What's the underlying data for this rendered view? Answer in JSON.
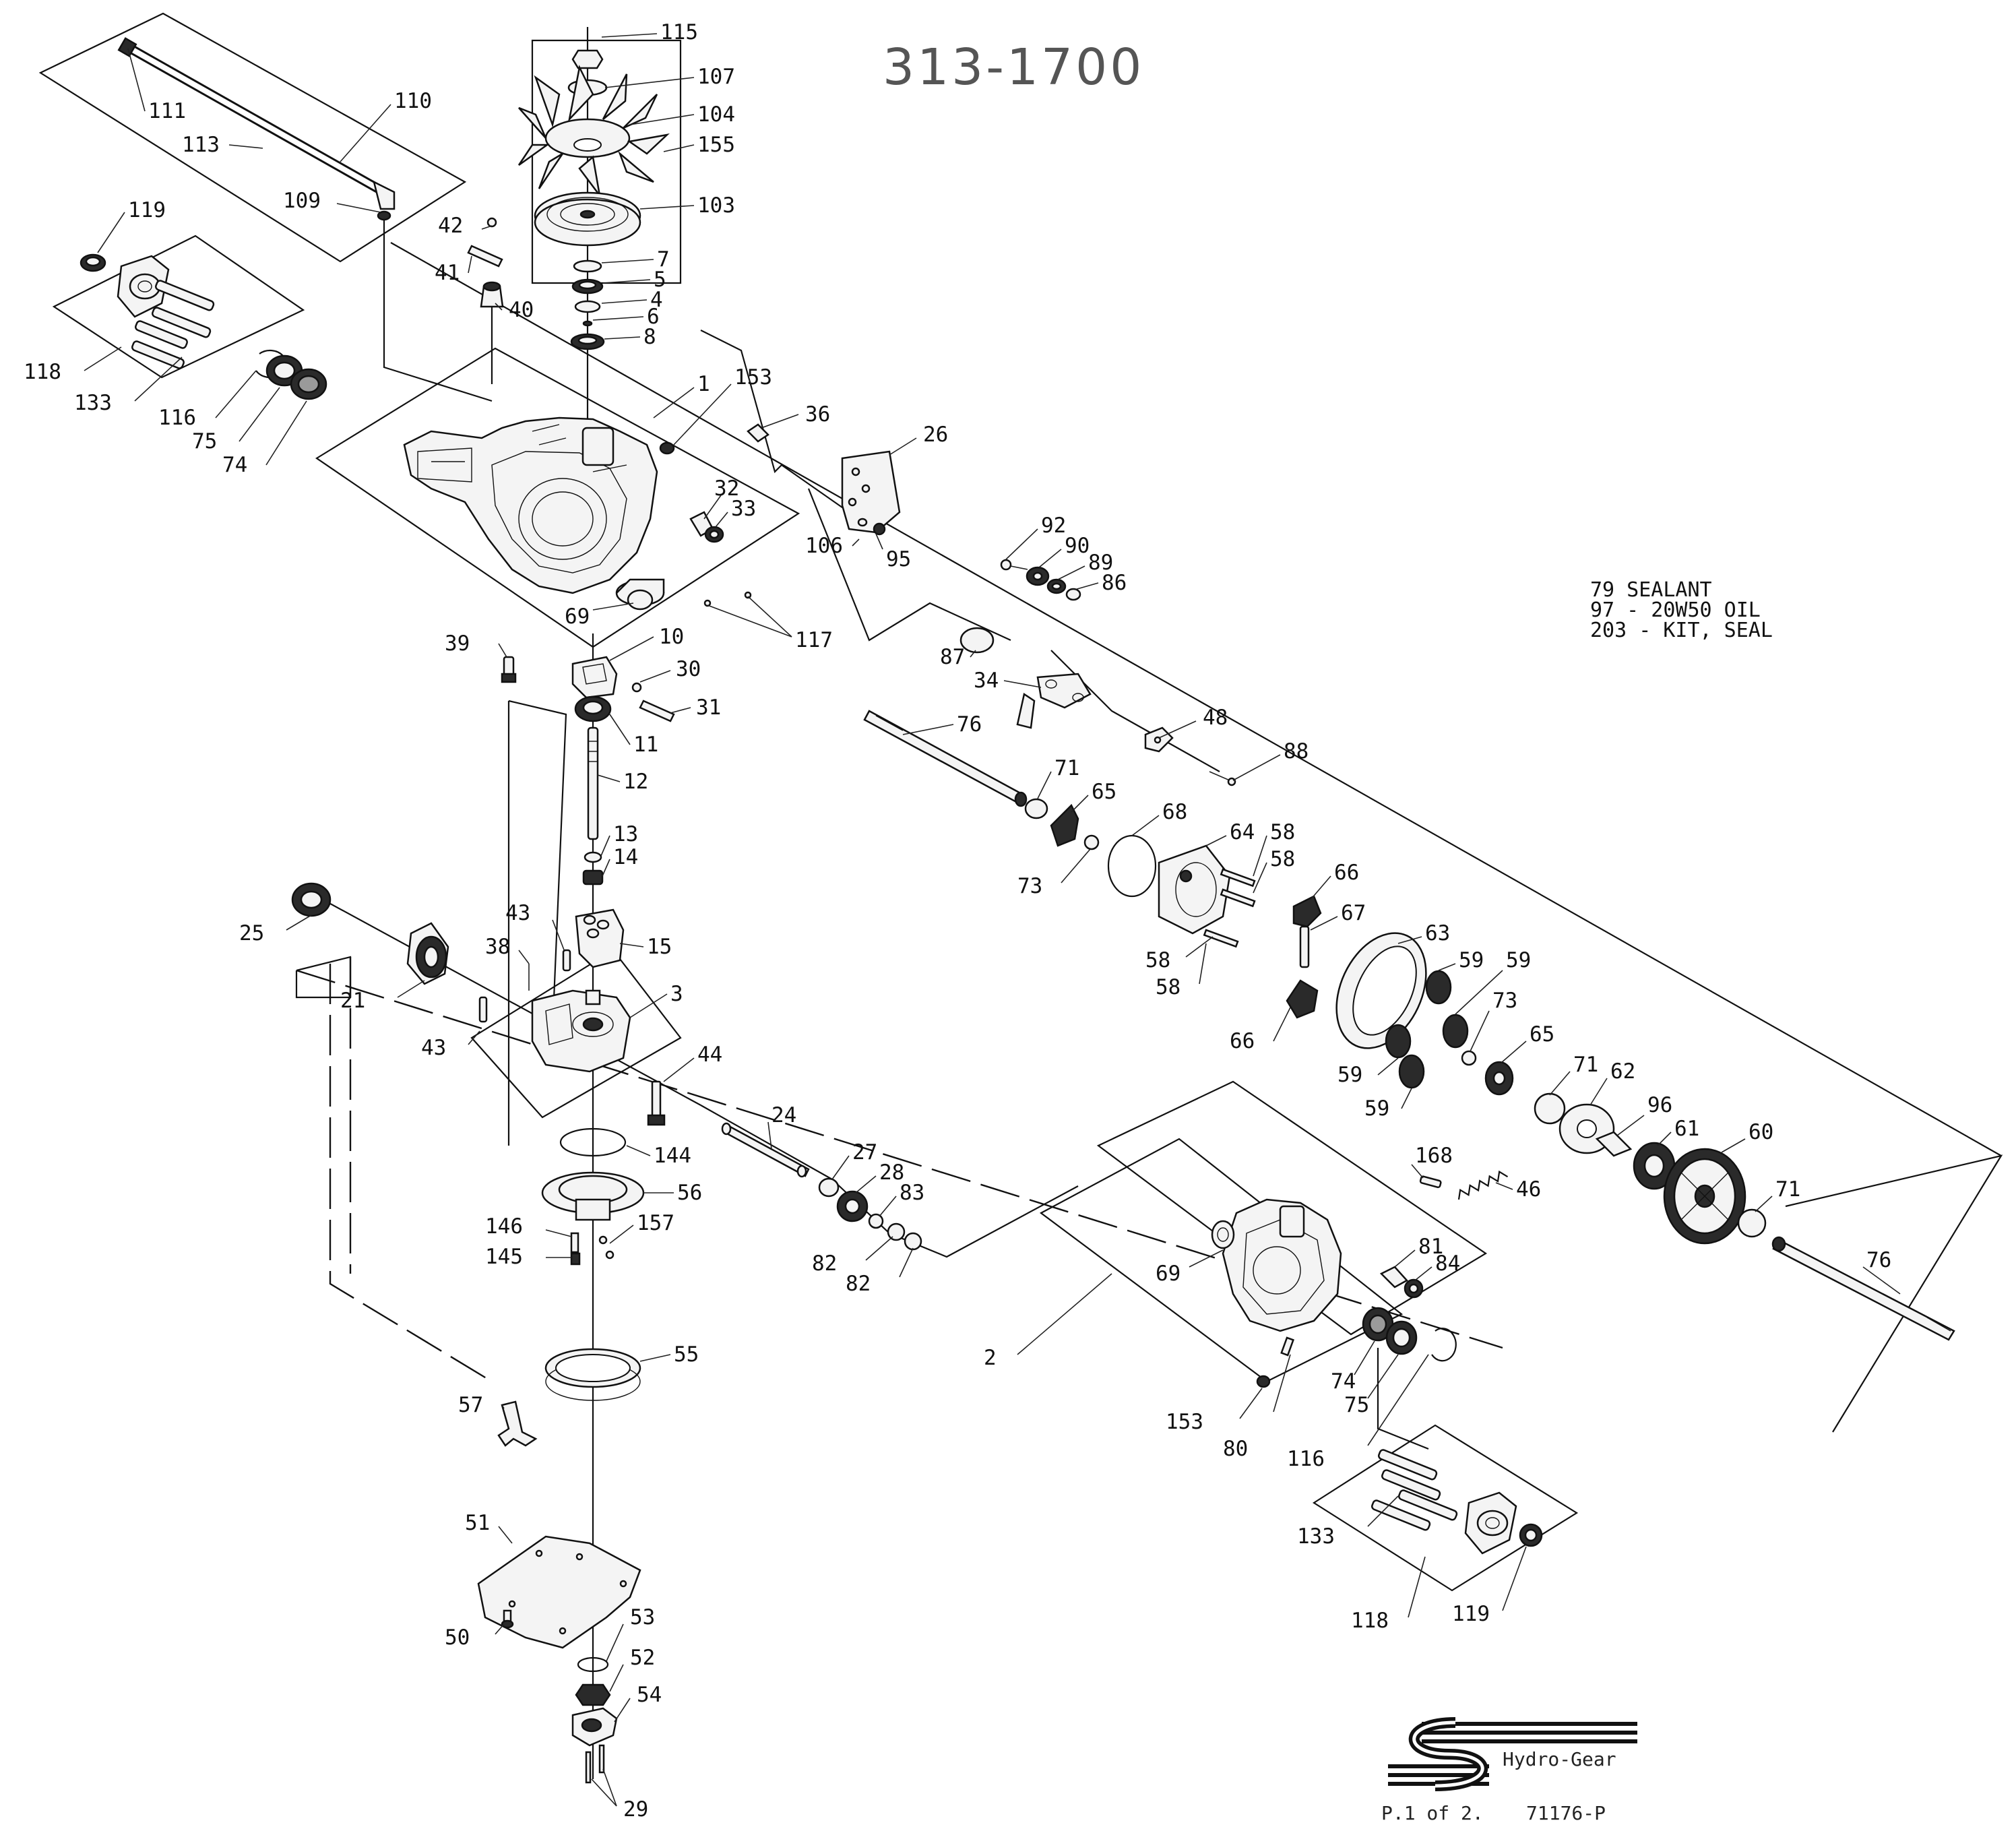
{
  "title": "313-1700",
  "notes": [
    "79 SEALANT",
    "97 - 20W50 OIL",
    "203 - KIT, SEAL"
  ],
  "footer": {
    "brand": "Hydro-Gear",
    "page": "P.1 of 2.",
    "doc_number": "71176-P"
  },
  "callouts": [
    {
      "id": "c115",
      "label": "115"
    },
    {
      "id": "c107",
      "label": "107"
    },
    {
      "id": "c104",
      "label": "104"
    },
    {
      "id": "c155",
      "label": "155"
    },
    {
      "id": "c103",
      "label": "103"
    },
    {
      "id": "c7",
      "label": "7"
    },
    {
      "id": "c5",
      "label": "5"
    },
    {
      "id": "c4",
      "label": "4"
    },
    {
      "id": "c6",
      "label": "6"
    },
    {
      "id": "c8",
      "label": "8"
    },
    {
      "id": "c1",
      "label": "1"
    },
    {
      "id": "c153a",
      "label": "153"
    },
    {
      "id": "c36",
      "label": "36"
    },
    {
      "id": "c26",
      "label": "26"
    },
    {
      "id": "c32",
      "label": "32"
    },
    {
      "id": "c33",
      "label": "33"
    },
    {
      "id": "c106",
      "label": "106"
    },
    {
      "id": "c95",
      "label": "95"
    },
    {
      "id": "c92",
      "label": "92"
    },
    {
      "id": "c90",
      "label": "90"
    },
    {
      "id": "c89",
      "label": "89"
    },
    {
      "id": "c86",
      "label": "86"
    },
    {
      "id": "c87",
      "label": "87"
    },
    {
      "id": "c34",
      "label": "34"
    },
    {
      "id": "c48",
      "label": "48"
    },
    {
      "id": "c88",
      "label": "88"
    },
    {
      "id": "c111",
      "label": "111"
    },
    {
      "id": "c110",
      "label": "110"
    },
    {
      "id": "c113",
      "label": "113"
    },
    {
      "id": "c109",
      "label": "109"
    },
    {
      "id": "c119a",
      "label": "119"
    },
    {
      "id": "c42",
      "label": "42"
    },
    {
      "id": "c41",
      "label": "41"
    },
    {
      "id": "c40",
      "label": "40"
    },
    {
      "id": "c118a",
      "label": "118"
    },
    {
      "id": "c133a",
      "label": "133"
    },
    {
      "id": "c116a",
      "label": "116"
    },
    {
      "id": "c75a",
      "label": "75"
    },
    {
      "id": "c74a",
      "label": "74"
    },
    {
      "id": "c69a",
      "label": "69"
    },
    {
      "id": "c117",
      "label": "117"
    },
    {
      "id": "c39",
      "label": "39"
    },
    {
      "id": "c10",
      "label": "10"
    },
    {
      "id": "c30",
      "label": "30"
    },
    {
      "id": "c31",
      "label": "31"
    },
    {
      "id": "c11",
      "label": "11"
    },
    {
      "id": "c12",
      "label": "12"
    },
    {
      "id": "c13",
      "label": "13"
    },
    {
      "id": "c14",
      "label": "14"
    },
    {
      "id": "c76a",
      "label": "76"
    },
    {
      "id": "c71a",
      "label": "71"
    },
    {
      "id": "c65a",
      "label": "65"
    },
    {
      "id": "c68",
      "label": "68"
    },
    {
      "id": "c64",
      "label": "64"
    },
    {
      "id": "c58a",
      "label": "58"
    },
    {
      "id": "c58b",
      "label": "58"
    },
    {
      "id": "c66a",
      "label": "66"
    },
    {
      "id": "c73a",
      "label": "73"
    },
    {
      "id": "c67",
      "label": "67"
    },
    {
      "id": "c58c",
      "label": "58"
    },
    {
      "id": "c58d",
      "label": "58"
    },
    {
      "id": "c63",
      "label": "63"
    },
    {
      "id": "c59a",
      "label": "59"
    },
    {
      "id": "c59b",
      "label": "59"
    },
    {
      "id": "c73b",
      "label": "73"
    },
    {
      "id": "c66b",
      "label": "66"
    },
    {
      "id": "c65b",
      "label": "65"
    },
    {
      "id": "c59c",
      "label": "59"
    },
    {
      "id": "c59d",
      "label": "59"
    },
    {
      "id": "c71b",
      "label": "71"
    },
    {
      "id": "c62",
      "label": "62"
    },
    {
      "id": "c96",
      "label": "96"
    },
    {
      "id": "c61",
      "label": "61"
    },
    {
      "id": "c60",
      "label": "60"
    },
    {
      "id": "c71c",
      "label": "71"
    },
    {
      "id": "c76b",
      "label": "76"
    },
    {
      "id": "c25",
      "label": "25"
    },
    {
      "id": "c21",
      "label": "21"
    },
    {
      "id": "c43a",
      "label": "43"
    },
    {
      "id": "c15",
      "label": "15"
    },
    {
      "id": "c38",
      "label": "38"
    },
    {
      "id": "c3",
      "label": "3"
    },
    {
      "id": "c43b",
      "label": "43"
    },
    {
      "id": "c44",
      "label": "44"
    },
    {
      "id": "c24",
      "label": "24"
    },
    {
      "id": "c144",
      "label": "144"
    },
    {
      "id": "c27",
      "label": "27"
    },
    {
      "id": "c28",
      "label": "28"
    },
    {
      "id": "c83",
      "label": "83"
    },
    {
      "id": "c56",
      "label": "56"
    },
    {
      "id": "c146",
      "label": "146"
    },
    {
      "id": "c157",
      "label": "157"
    },
    {
      "id": "c145",
      "label": "145"
    },
    {
      "id": "c82a",
      "label": "82"
    },
    {
      "id": "c82b",
      "label": "82"
    },
    {
      "id": "c168",
      "label": "168"
    },
    {
      "id": "c46",
      "label": "46"
    },
    {
      "id": "c69b",
      "label": "69"
    },
    {
      "id": "c81",
      "label": "81"
    },
    {
      "id": "c84",
      "label": "84"
    },
    {
      "id": "c2",
      "label": "2"
    },
    {
      "id": "c55",
      "label": "55"
    },
    {
      "id": "c57",
      "label": "57"
    },
    {
      "id": "c74b",
      "label": "74"
    },
    {
      "id": "c75b",
      "label": "75"
    },
    {
      "id": "c153b",
      "label": "153"
    },
    {
      "id": "c80",
      "label": "80"
    },
    {
      "id": "c116b",
      "label": "116"
    },
    {
      "id": "c51",
      "label": "51"
    },
    {
      "id": "c133b",
      "label": "133"
    },
    {
      "id": "c118b",
      "label": "118"
    },
    {
      "id": "c119b",
      "label": "119"
    },
    {
      "id": "c50",
      "label": "50"
    },
    {
      "id": "c53",
      "label": "53"
    },
    {
      "id": "c52",
      "label": "52"
    },
    {
      "id": "c54",
      "label": "54"
    },
    {
      "id": "c29",
      "label": "29"
    }
  ]
}
